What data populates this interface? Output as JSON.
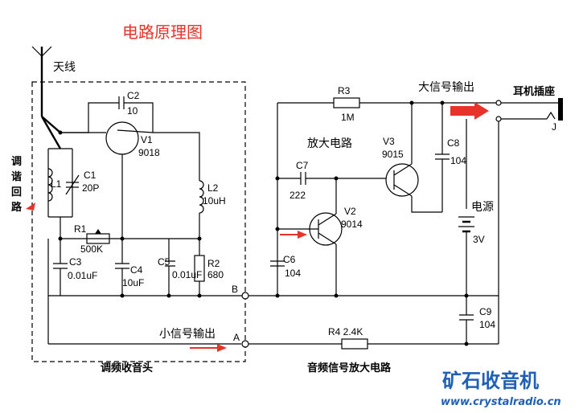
{
  "title": "电路原理图",
  "labels": {
    "antenna": "天线",
    "tuning": [
      "调",
      "谐",
      "回",
      "路"
    ],
    "rf_section": "调频收音头",
    "af_section": "音频信号放大电路",
    "amp_circuit": "放大电路",
    "big_out": "大信号输出",
    "small_out": "小信号输出",
    "earphone": "耳机插座",
    "power": "电源",
    "node_a": "A",
    "node_b": "B",
    "jack": "J"
  },
  "components": {
    "c1": "C1",
    "c1v": "20P",
    "l1": "L1",
    "c2": "C2",
    "c2v": "10",
    "v1": "V1",
    "v1v": "9018",
    "l2": "L2",
    "l2v": "10uH",
    "r1": "R1",
    "r1v": "500K",
    "c3": "C3",
    "c3v": "0.01uF",
    "c4": "C4",
    "c4v": "10uF",
    "c5": "C5",
    "c5v": "0.01uF",
    "r2": "R2",
    "r2v": "680",
    "r3": "R3",
    "r3v": "1M",
    "c7": "C7",
    "c7v": "222",
    "v2": "V2",
    "v2v": "9014",
    "v3": "V3",
    "v3v": "9015",
    "c8": "C8",
    "c8v": "104",
    "c6": "C6",
    "c6v": "104",
    "c9": "C9",
    "c9v": "104",
    "r4": "R4 2.4K",
    "bat": "3V"
  },
  "logo": {
    "name": "矿石收音机",
    "url": "www.crystalradio.cn"
  },
  "colors": {
    "title": "#e8332a",
    "arrow": "#e8332a",
    "logo": "#1f5fb4"
  }
}
